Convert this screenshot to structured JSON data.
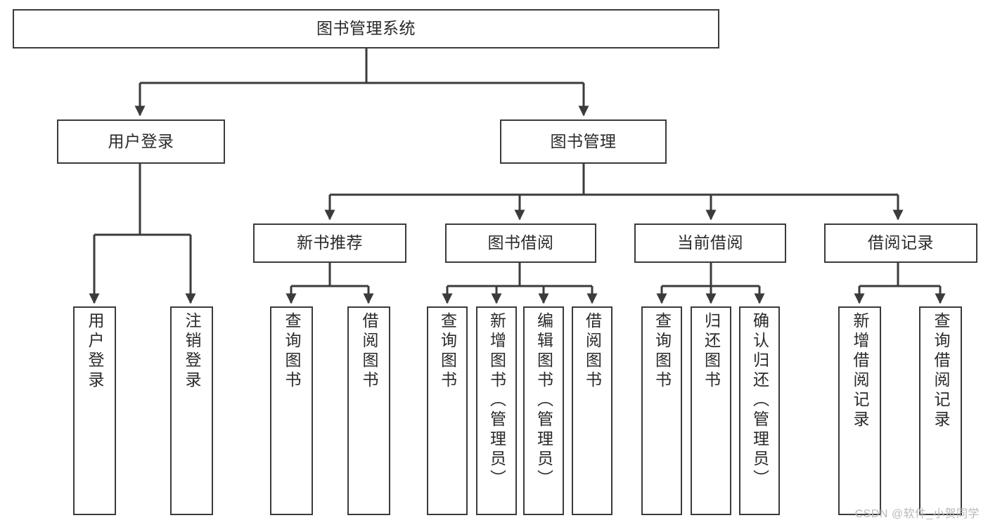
{
  "diagram": {
    "title": "图书管理系统",
    "type": "tree-hierarchy",
    "orientation": "top-down",
    "colors": {
      "node_border": "#3b3b3b",
      "node_fill": "#ffffff",
      "connector": "#3b3b3b",
      "text": "#2a2a2a",
      "watermark": "#b9b9b9",
      "background": "#ffffff"
    }
  },
  "nodes": {
    "root": {
      "label": "图书管理系统"
    },
    "level2": [
      {
        "label": "用户登录"
      },
      {
        "label": "图书管理"
      }
    ],
    "level3": [
      {
        "label": "新书推荐"
      },
      {
        "label": "图书借阅"
      },
      {
        "label": "当前借阅"
      },
      {
        "label": "借阅记录"
      }
    ],
    "leaves": {
      "user_login": [
        {
          "label": "用户登录"
        },
        {
          "label": "注销登录"
        }
      ],
      "new_book_recommend": [
        {
          "label": "查询图书"
        },
        {
          "label": "借阅图书"
        }
      ],
      "book_borrow": [
        {
          "label": "查询图书"
        },
        {
          "label": "新增图书（管理员）"
        },
        {
          "label": "编辑图书（管理员）"
        },
        {
          "label": "借阅图书"
        }
      ],
      "current_borrow": [
        {
          "label": "查询图书"
        },
        {
          "label": "归还图书"
        },
        {
          "label": "确认归还（管理员）"
        }
      ],
      "borrow_record": [
        {
          "label": "新增借阅记录"
        },
        {
          "label": "查询借阅记录"
        }
      ]
    }
  },
  "watermark": {
    "text": "CSDN @软件_小贺同学"
  }
}
